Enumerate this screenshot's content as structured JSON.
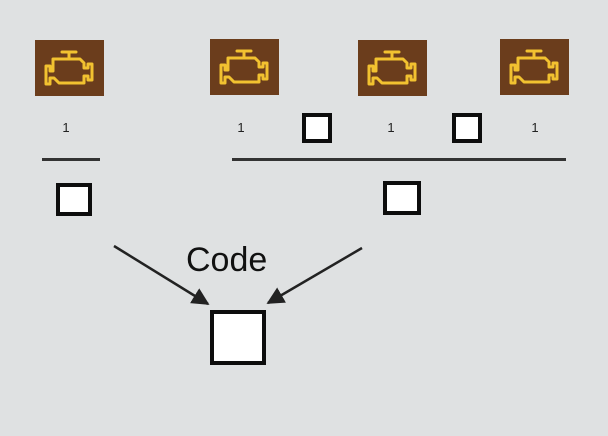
{
  "colors": {
    "background": "#dfe1e2",
    "engine_light_fill": "#6b3d1c",
    "engine_light_symbol": "#f2c230",
    "box_border": "#0d0d0d",
    "box_fill": "#ffffff",
    "rule": "#333333",
    "arrow": "#222222"
  },
  "engine_lights": [
    {
      "icon": "check-engine-icon"
    },
    {
      "icon": "check-engine-icon"
    },
    {
      "icon": "check-engine-icon"
    },
    {
      "icon": "check-engine-icon"
    }
  ],
  "digits": [
    "1",
    "1",
    "1",
    "1"
  ],
  "code_label": "Code"
}
